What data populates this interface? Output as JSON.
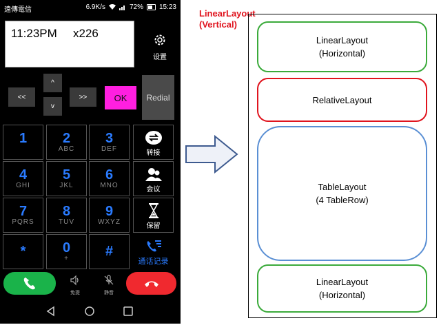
{
  "status_bar": {
    "carrier": "遠傳電信",
    "speed": "6.9K/s",
    "battery": "72%",
    "clock": "15:23"
  },
  "display": {
    "time": "11:23PM",
    "extension": "x226"
  },
  "settings": {
    "label": "设置",
    "icon": "gear-icon"
  },
  "nav_buttons": {
    "back": "<<",
    "up": "^",
    "down": "v",
    "forward": ">>",
    "ok": "OK",
    "redial": "Redial"
  },
  "keypad": [
    {
      "digit": "1",
      "letters": ""
    },
    {
      "digit": "2",
      "letters": "ABC"
    },
    {
      "digit": "3",
      "letters": "DEF"
    },
    {
      "digit": "4",
      "letters": "GHI"
    },
    {
      "digit": "5",
      "letters": "JKL"
    },
    {
      "digit": "6",
      "letters": "MNO"
    },
    {
      "digit": "7",
      "letters": "PQRS"
    },
    {
      "digit": "8",
      "letters": "TUV"
    },
    {
      "digit": "9",
      "letters": "WXYZ"
    },
    {
      "digit": "*",
      "letters": ""
    },
    {
      "digit": "0",
      "letters": "+"
    },
    {
      "digit": "#",
      "letters": ""
    }
  ],
  "function_keys": {
    "transfer": "转接",
    "conference": "会议",
    "hold": "保留",
    "call_log": "通话记录"
  },
  "bottom": {
    "speaker": "免提",
    "mute": "静音"
  },
  "colors": {
    "call": "#1ab34a",
    "hangup": "#f0292f",
    "ok": "#ff1fe0",
    "digit": "#2a7bff",
    "diagram_title": "#e0141e",
    "linear": "#3aaa3a",
    "relative": "#e0141e",
    "table": "#5a8fd4"
  },
  "diagram": {
    "title_line1": "LinearLayout",
    "title_line2": "(Vertical)",
    "boxes": [
      {
        "line1": "LinearLayout",
        "line2": "(Horizontal)"
      },
      {
        "line1": "RelativeLayout",
        "line2": ""
      },
      {
        "line1": "TableLayout",
        "line2": "(4 TableRow)"
      },
      {
        "line1": "LinearLayout",
        "line2": "(Horizontal)"
      }
    ]
  }
}
